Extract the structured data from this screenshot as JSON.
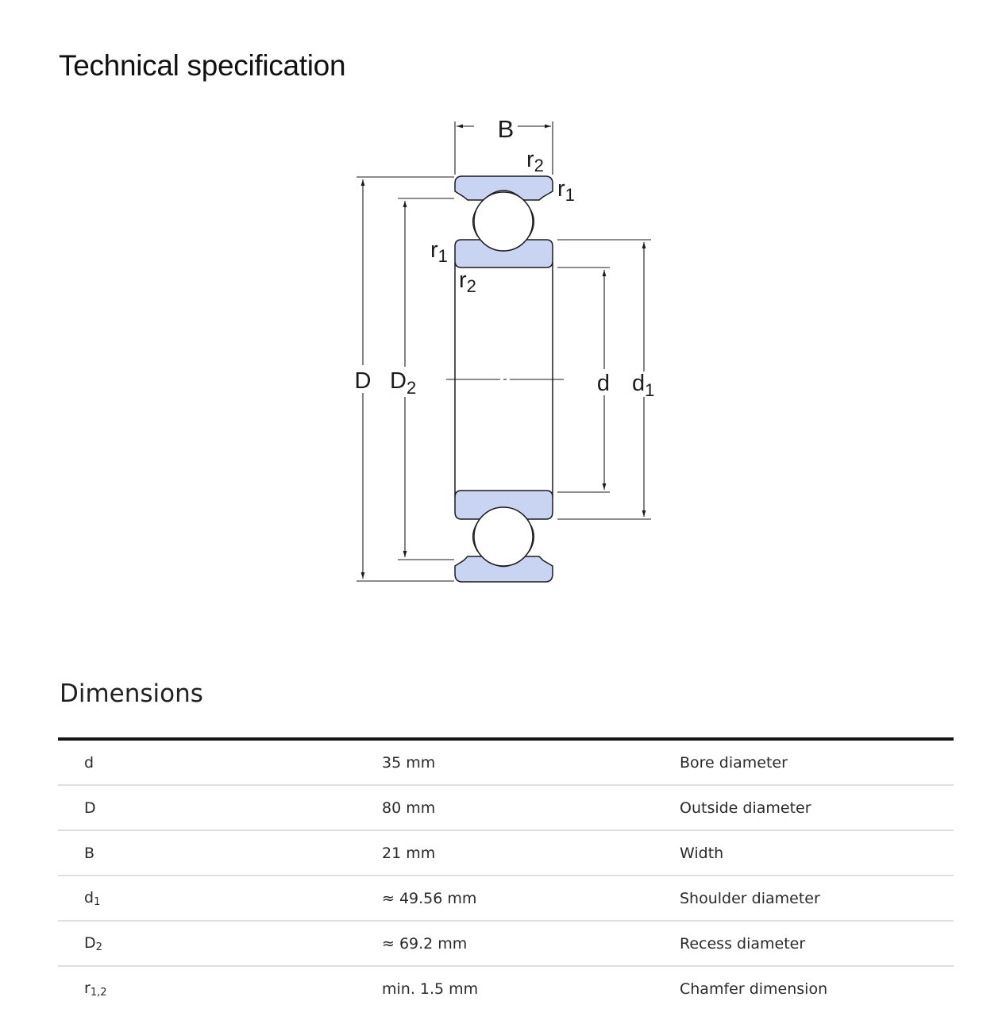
{
  "header": {
    "title": "Technical specification"
  },
  "drawing": {
    "labels": {
      "B": "B",
      "D": "D",
      "D2_base": "D",
      "D2_sub": "2",
      "d": "d",
      "d1_base": "d",
      "d1_sub": "1",
      "r1_base": "r",
      "r1_sub": "1",
      "r2_base": "r",
      "r2_sub": "2"
    },
    "colors": {
      "ring_fill": "#c9d3f2",
      "line": "#1b1b1b"
    }
  },
  "dimensions": {
    "title": "Dimensions",
    "rows": [
      {
        "symbol": "d",
        "sub": "",
        "value": "35 mm",
        "description": "Bore diameter"
      },
      {
        "symbol": "D",
        "sub": "",
        "value": "80 mm",
        "description": "Outside diameter"
      },
      {
        "symbol": "B",
        "sub": "",
        "value": "21 mm",
        "description": "Width"
      },
      {
        "symbol": "d",
        "sub": "1",
        "value": "≈ 49.56 mm",
        "description": "Shoulder diameter"
      },
      {
        "symbol": "D",
        "sub": "2",
        "value": "≈ 69.2 mm",
        "description": "Recess diameter"
      },
      {
        "symbol": "r",
        "sub": "1,2",
        "value": "min. 1.5 mm",
        "description": "Chamfer dimension"
      }
    ]
  }
}
